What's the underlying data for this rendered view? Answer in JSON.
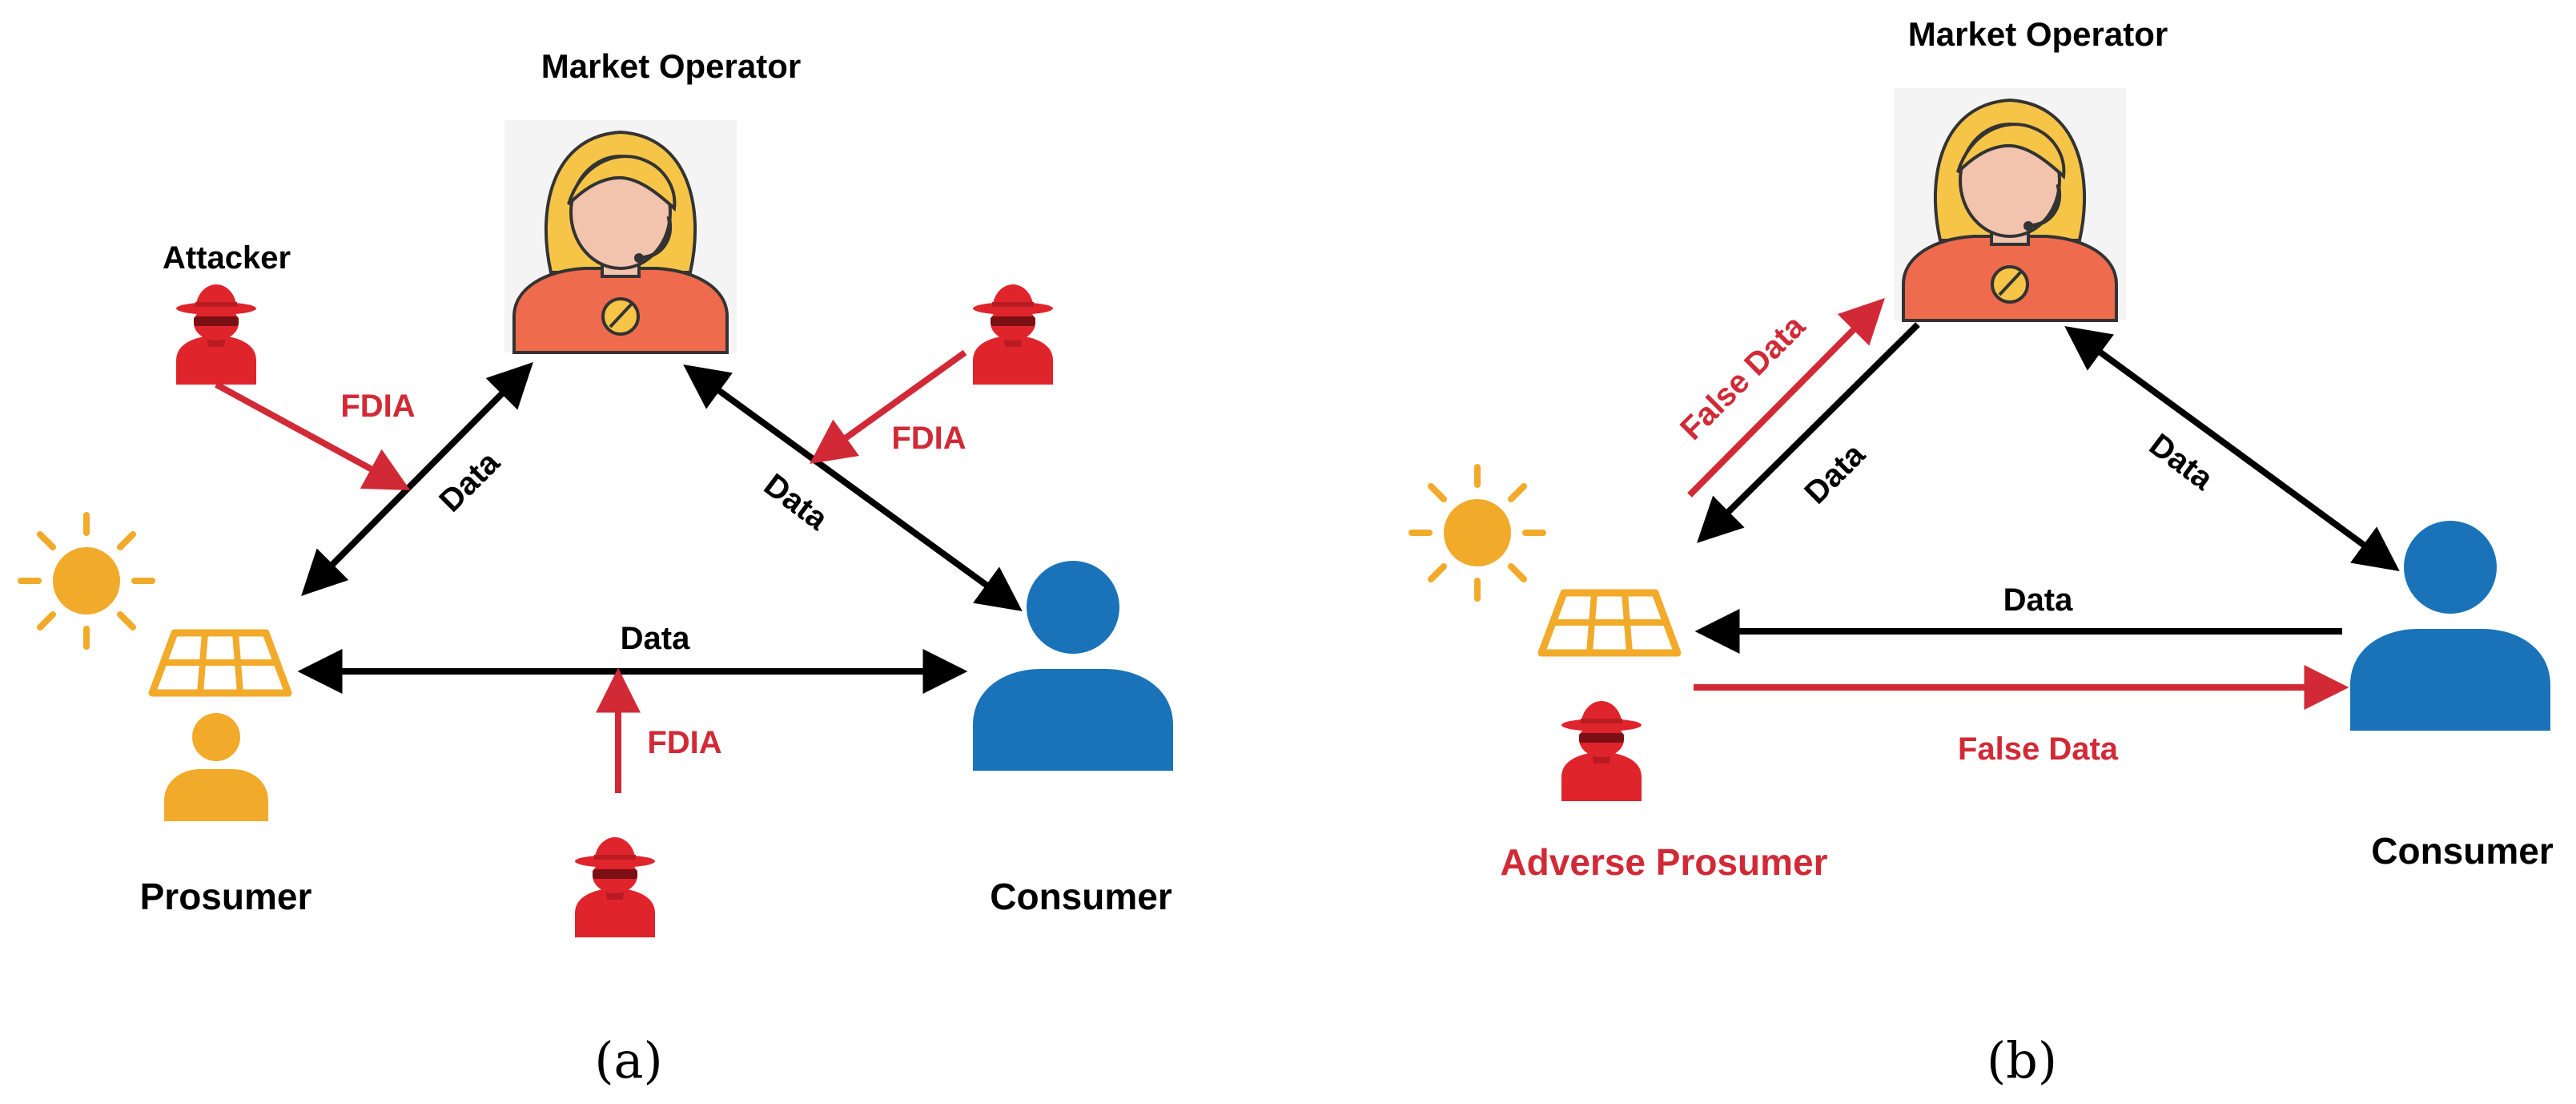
{
  "panel_a": {
    "market_operator_label": "Market Operator",
    "attacker_label": "Attacker",
    "prosumer_label": "Prosumer",
    "consumer_label": "Consumer",
    "data_left": "Data",
    "data_right": "Data",
    "data_bottom": "Data",
    "fdia_left": "FDIA",
    "fdia_right": "FDIA",
    "fdia_bottom": "FDIA",
    "caption": "(a)"
  },
  "panel_b": {
    "market_operator_label": "Market Operator",
    "adverse_prosumer_label": "Adverse Prosumer",
    "consumer_label": "Consumer",
    "false_data_upper": "False Data",
    "false_data_lower": "False Data",
    "data_left": "Data",
    "data_right": "Data",
    "data_middle": "Data",
    "caption": "(b)"
  },
  "colors": {
    "black": "#000000",
    "red": "#d12a36",
    "attacker_red": "#e0242c",
    "consumer_blue": "#1a73b8",
    "solar_yellow": "#f2aa2b",
    "operator_orange": "#ee6b4d",
    "operator_hair": "#f6c548",
    "operator_skin": "#f2c3ad"
  },
  "icons": [
    "market-operator-icon",
    "attacker-icon",
    "sun-icon",
    "solar-panel-icon",
    "prosumer-person-icon",
    "consumer-icon"
  ]
}
